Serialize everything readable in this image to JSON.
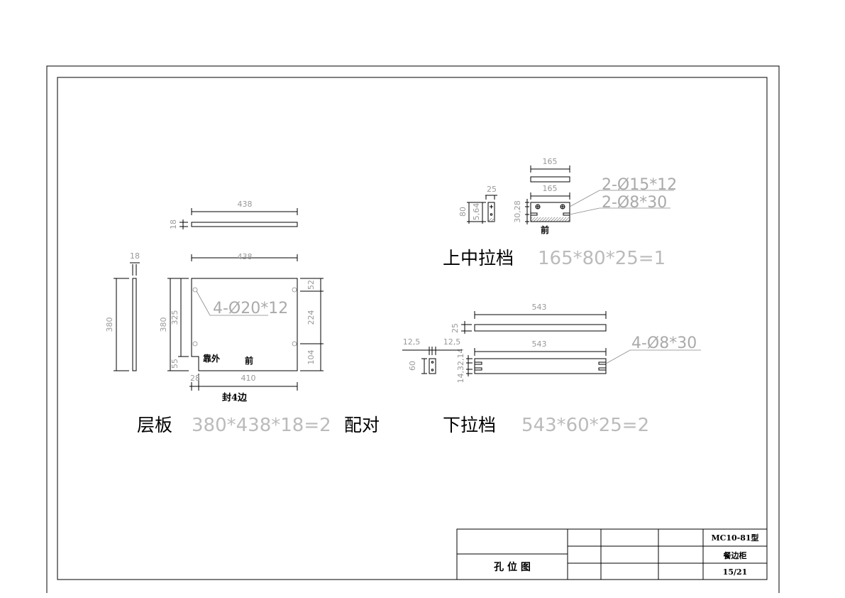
{
  "shelf": {
    "title": "层板",
    "spec": "380*438*18=2",
    "pair": "配对",
    "dims": {
      "top_len": "438",
      "top_thk": "18",
      "side_thk": "18",
      "side_h": "380",
      "front_w": "438",
      "h380": "380",
      "h325": "325",
      "notch_h": "55",
      "notch_w": "28",
      "w410": "410",
      "r52": "52",
      "r224": "224",
      "r104": "104"
    },
    "hole_label": "4-Ø20*12",
    "outer_label": "靠外",
    "front_label": "前",
    "edge_label": "封4边"
  },
  "upper_rail": {
    "title": "上中拉档",
    "spec": "165*80*25=1",
    "dims": {
      "top_len": "165",
      "front_len": "165",
      "side_w": "25",
      "side_h": "80",
      "side_inner": "5,64",
      "front_v": "30,28"
    },
    "label1": "2-Ø15*12",
    "label2": "2-Ø8*30",
    "front_label": "前"
  },
  "lower_rail": {
    "title": "下拉档",
    "spec": "543*60*25=2",
    "dims": {
      "top_len": "543",
      "top_thk": "25",
      "front_len": "543",
      "side_h": "60",
      "off1": "12,5",
      "off2": "12,5",
      "front_v": "14,32,14"
    },
    "hole_label": "4-Ø8*30"
  },
  "title_block": {
    "drawing_name": "孔 位 图",
    "model": "MC10-81型",
    "product": "餐边柜",
    "sheet": "15/21"
  }
}
